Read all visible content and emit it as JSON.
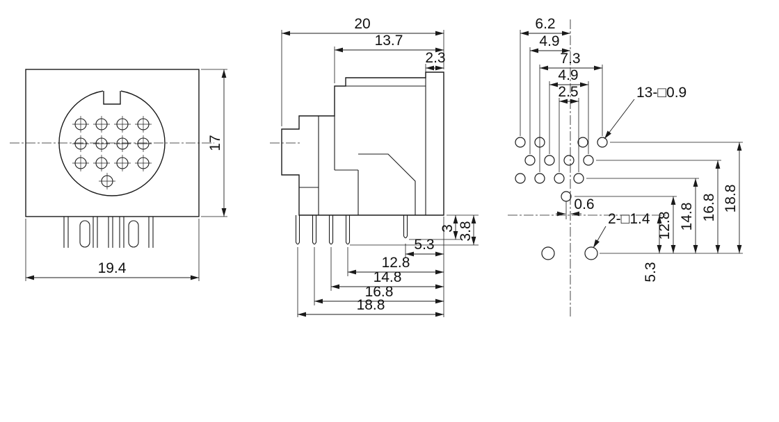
{
  "front_view": {
    "width": "19.4",
    "height": "17"
  },
  "side_view": {
    "overall_width": "20",
    "body_depth": "13.7",
    "flange_thickness": "2.3",
    "pin_short": "3",
    "pin_long": "3.8",
    "pin_offsets": [
      "5.3",
      "12.8",
      "14.8",
      "16.8",
      "18.8"
    ]
  },
  "footprint": {
    "col_dims": [
      "6.2",
      "4.9",
      "7.3",
      "4.9",
      "2.5"
    ],
    "pin_hole_label": "13-□0.9",
    "mount_hole_label": "2-□1.4",
    "center_offset": "0.6",
    "row_dims": [
      "12.8",
      "14.8",
      "16.8",
      "18.8"
    ],
    "mount_row_dim": "5.3"
  }
}
